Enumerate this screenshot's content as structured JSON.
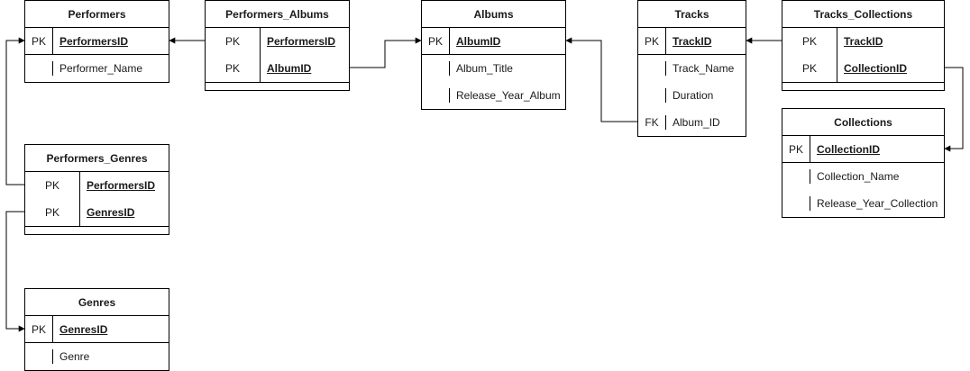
{
  "diagram": {
    "entities": [
      {
        "id": "performers",
        "title": "Performers",
        "style": "classic",
        "fields": [
          {
            "key": "PK",
            "name": "PerformersID",
            "primary": true
          },
          {
            "key": "",
            "name": "Performer_Name",
            "primary": false
          }
        ]
      },
      {
        "id": "performers-albums",
        "title": "Performers_Albums",
        "style": "junction",
        "fields": [
          {
            "key": "PK",
            "name": "PerformersID",
            "primary": true
          },
          {
            "key": "PK",
            "name": "AlbumID",
            "primary": true
          }
        ]
      },
      {
        "id": "albums",
        "title": "Albums",
        "style": "classic",
        "fields": [
          {
            "key": "PK",
            "name": "AlbumID",
            "primary": true
          },
          {
            "key": "",
            "name": "Album_Title",
            "primary": false
          },
          {
            "key": "",
            "name": "Release_Year_Album",
            "primary": false
          }
        ]
      },
      {
        "id": "tracks",
        "title": "Tracks",
        "style": "classic",
        "fields": [
          {
            "key": "PK",
            "name": "TrackID",
            "primary": true
          },
          {
            "key": "",
            "name": "Track_Name",
            "primary": false
          },
          {
            "key": "",
            "name": "Duration",
            "primary": false
          },
          {
            "key": "FK",
            "name": "Album_ID",
            "primary": false
          }
        ]
      },
      {
        "id": "tracks-collections",
        "title": "Tracks_Collections",
        "style": "junction",
        "fields": [
          {
            "key": "PK",
            "name": "TrackID",
            "primary": true
          },
          {
            "key": "PK",
            "name": "CollectionID",
            "primary": true
          }
        ]
      },
      {
        "id": "collections",
        "title": "Collections",
        "style": "classic",
        "fields": [
          {
            "key": "PK",
            "name": "CollectionID",
            "primary": true
          },
          {
            "key": "",
            "name": "Collection_Name",
            "primary": false
          },
          {
            "key": "",
            "name": "Release_Year_Collection",
            "primary": false
          }
        ]
      },
      {
        "id": "performers-genres",
        "title": "Performers_Genres",
        "style": "junction",
        "fields": [
          {
            "key": "PK",
            "name": "PerformersID",
            "primary": true
          },
          {
            "key": "PK",
            "name": "GenresID",
            "primary": true
          }
        ]
      },
      {
        "id": "genres",
        "title": "Genres",
        "style": "classic",
        "fields": [
          {
            "key": "PK",
            "name": "GenresID",
            "primary": true
          },
          {
            "key": "",
            "name": "Genre",
            "primary": false
          }
        ]
      }
    ],
    "relationships": [
      {
        "from": "performers-albums",
        "from_field": 0,
        "to": "performers",
        "to_field": 0
      },
      {
        "from": "performers-albums",
        "from_field": 1,
        "to": "albums",
        "to_field": 0
      },
      {
        "from": "tracks",
        "from_field": 3,
        "to": "albums",
        "to_field": 0
      },
      {
        "from": "tracks-collections",
        "from_field": 0,
        "to": "tracks",
        "to_field": 0
      },
      {
        "from": "tracks-collections",
        "from_field": 1,
        "to": "collections",
        "to_field": 0
      },
      {
        "from": "performers-genres",
        "from_field": 0,
        "to": "performers",
        "to_field": 0
      },
      {
        "from": "performers-genres",
        "from_field": 1,
        "to": "genres",
        "to_field": 0
      }
    ]
  }
}
